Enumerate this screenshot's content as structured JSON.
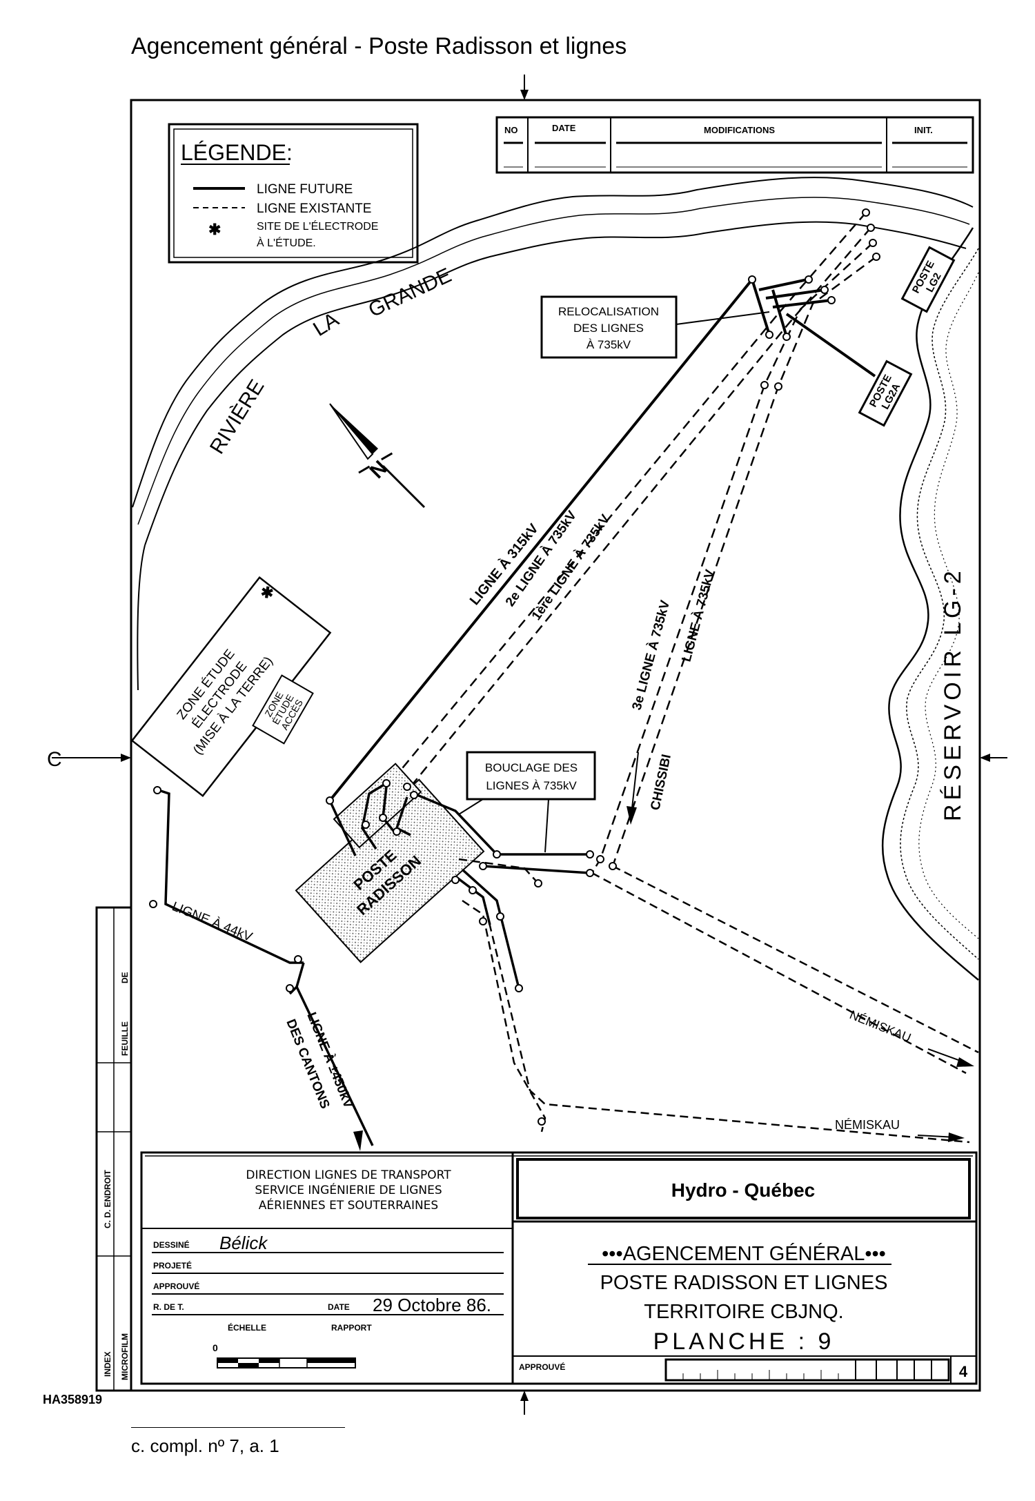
{
  "page": {
    "title": "Agencement général - Poste Radisson et lignes",
    "reference": "HA358919",
    "footnote": "c. compl. nº 7, a. 1"
  },
  "border": {
    "section_marker": "C"
  },
  "legend": {
    "title": "LÉGENDE:",
    "items": [
      "LIGNE FUTURE",
      "LIGNE EXISTANTE",
      "SITE DE L'ÉLECTRODE",
      "À L'ÉTUDE."
    ]
  },
  "revisions": {
    "columns": [
      "NO",
      "DATE",
      "MODIFICATIONS",
      "INIT."
    ]
  },
  "map": {
    "river": [
      "RIVIÈRE",
      "LA",
      "GRANDE"
    ],
    "reservoir": "RÉSERVOIR LG-2",
    "north": "N",
    "relocation": [
      "RELOCALISATION",
      "DES LIGNES",
      "À 735kV"
    ],
    "looping": [
      "BOUCLAGE DES",
      "LIGNES À 735kV"
    ],
    "poste_lg2": [
      "POSTE",
      "LG2"
    ],
    "poste_lg2a": [
      "POSTE",
      "LG2A"
    ],
    "poste_radisson": [
      "POSTE",
      "RADISSON"
    ],
    "zone_electrode": [
      "ZONE ÉTUDE",
      "ÉLECTRODE",
      "(MISE À LA TERRE)"
    ],
    "zone_acces": [
      "ZONE",
      "ÉTUDE",
      "ACCÈS"
    ],
    "lines": {
      "l315": "LIGNE À 315kV",
      "l735_2": "2e LIGNE À 735kV",
      "l735_1": "1ère LIGNE À 735kV",
      "l735_3": "3e LIGNE À 735kV",
      "l735_chissibi": "LIGNE À 735kV",
      "chissibi": "CHISSIBI",
      "l44": "LIGNE À 44kV",
      "l450": "LIGNE À ±450kV",
      "cantons": "DES CANTONS",
      "nemiskau_1": "NÉMISKAU",
      "nemiskau_2": "NÉMISKAU"
    }
  },
  "side_strip": {
    "labels": [
      "INDEX",
      "MICROFILM",
      "C. D. ENDROIT",
      "FEUILLE",
      "DE"
    ]
  },
  "title_block": {
    "department": [
      "DIRECTION LIGNES DE TRANSPORT",
      "SERVICE INGÉNIERIE DE LIGNES",
      "AÉRIENNES ET SOUTERRAINES"
    ],
    "company": "Hydro - Québec",
    "drawn_label": "DESSINÉ",
    "drawn_signature": "Bélick",
    "project_label": "PROJETÉ",
    "approved_label": "APPROUVÉ",
    "rdt_label": "R. DE T.",
    "date_label": "DATE",
    "date_value": "29 Octobre 86.",
    "scale_label": "ÉCHELLE",
    "ratio_label": "RAPPORT",
    "scale_zero": "0",
    "drawing_title": [
      "•••AGENCEMENT GÉNÉRAL•••",
      "POSTE RADISSON ET LIGNES",
      "TERRITOIRE CBJNQ.",
      "PLANCHE : 9"
    ],
    "approved_label_2": "APPROUVÉ",
    "sheet_number": "4"
  }
}
